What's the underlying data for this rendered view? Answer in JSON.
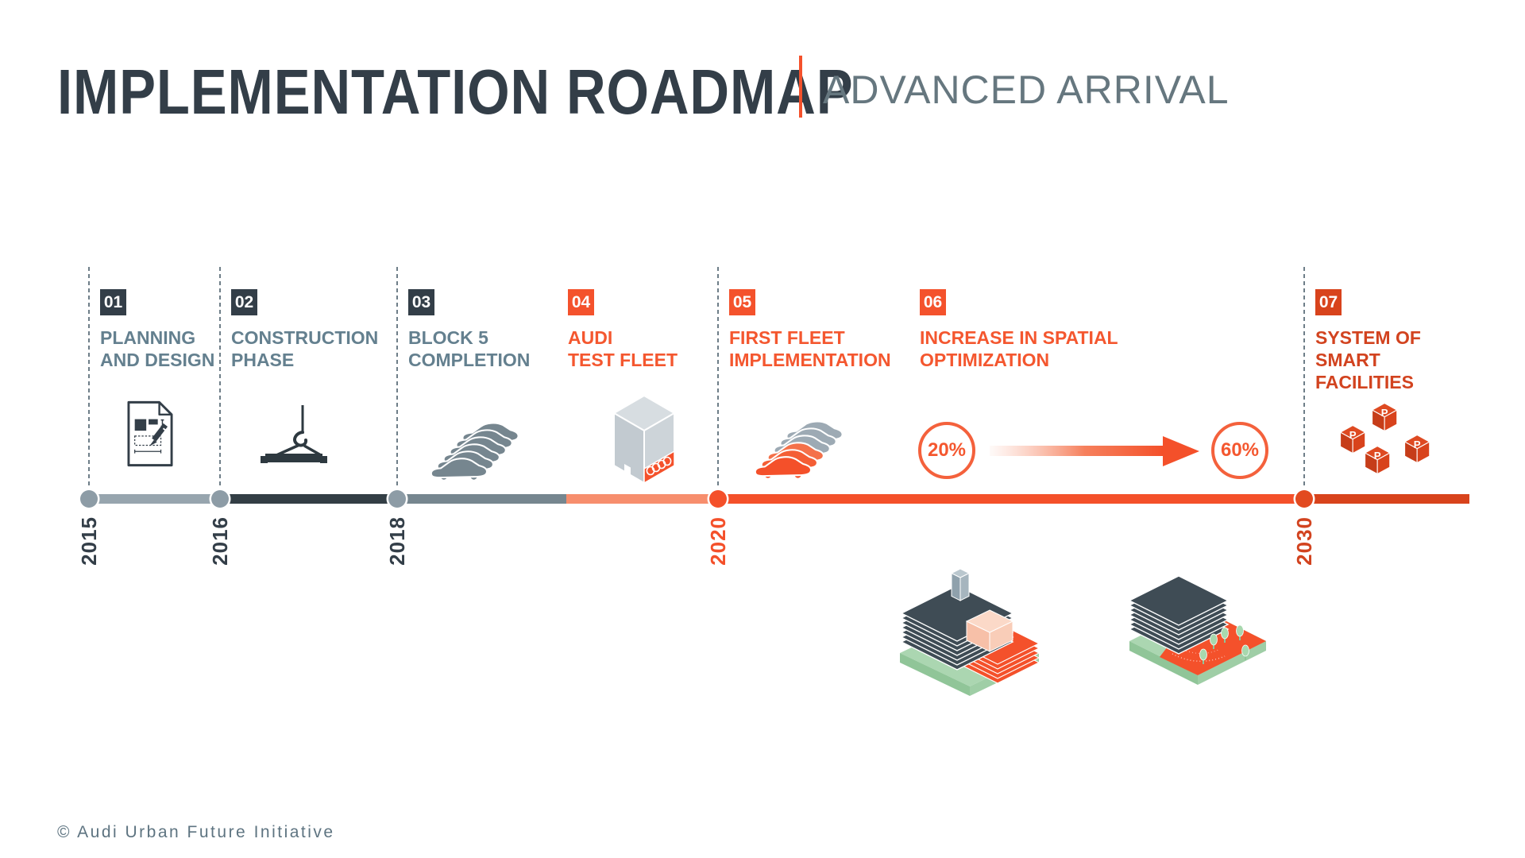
{
  "header": {
    "title": "IMPLEMENTATION ROADMAP",
    "subtitle": "ADVANCED ARRIVAL"
  },
  "footer": {
    "copyright": "© Audi Urban Future Initiative"
  },
  "colors": {
    "dark_slate": "#333E48",
    "steel_gray": "#97A5AE",
    "mid_slate": "#76868F",
    "label_gray_blue": "#64808F",
    "accent_orange": "#F4522E",
    "accent_orange_light": "#F78E6D",
    "bar_orange": "#F4502A",
    "accent_red_orange": "#D2431F",
    "dark_red_orange": "#D8431C",
    "base_green": "#ABD6B1"
  },
  "timeline": {
    "years": [
      {
        "label": "2015",
        "theme": "dark"
      },
      {
        "label": "2016",
        "theme": "dark"
      },
      {
        "label": "2018",
        "theme": "dark"
      },
      {
        "label": "2020",
        "theme": "orange"
      },
      {
        "label": "2030",
        "theme": "red"
      }
    ],
    "milestones": [
      {
        "number": "01",
        "lines": [
          "PLANNING",
          "AND DESIGN"
        ],
        "theme": "dark",
        "icon": "blueprint-document-icon"
      },
      {
        "number": "02",
        "lines": [
          "CONSTRUCTION",
          "PHASE"
        ],
        "theme": "dark",
        "icon": "crane-hook-icon"
      },
      {
        "number": "03",
        "lines": [
          "BLOCK 5",
          "COMPLETION"
        ],
        "theme": "dark",
        "icon": "car-fleet-gray-icon"
      },
      {
        "number": "04",
        "lines": [
          "AUDI",
          "TEST FLEET"
        ],
        "theme": "orange",
        "icon": "audi-building-icon"
      },
      {
        "number": "05",
        "lines": [
          "FIRST FLEET",
          "IMPLEMENTATION"
        ],
        "theme": "orange",
        "icon": "car-fleet-orange-icon"
      },
      {
        "number": "06",
        "lines": [
          "INCREASE IN SPATIAL",
          "OPTIMIZATION"
        ],
        "theme": "orange",
        "icon": "percentage-growth-arrow-icon"
      },
      {
        "number": "07",
        "lines": [
          "SYSTEM OF",
          "SMART",
          "FACILITIES"
        ],
        "theme": "red",
        "icon": "parking-cubes-icon"
      }
    ],
    "optimization": {
      "from": "20%",
      "to": "60%"
    }
  },
  "illustrations": [
    "smart-building-block-isometric",
    "green-space-block-isometric"
  ]
}
